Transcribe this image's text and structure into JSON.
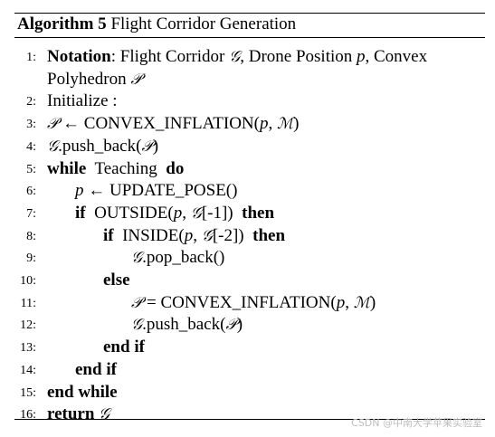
{
  "algorithm": {
    "label": "Algorithm 5",
    "title": "Flight Corridor Generation"
  },
  "lines": [
    {
      "num": "1:",
      "segments": [
        {
          "t": "Notation",
          "c": "kw"
        },
        {
          "t": ": Flight Corridor "
        },
        {
          "t": "𝒢",
          "c": "cal"
        },
        {
          "t": ", Drone Position "
        },
        {
          "t": "p",
          "c": "it"
        },
        {
          "t": ", Convex"
        }
      ]
    },
    {
      "num": "",
      "segments": [
        {
          "t": "Polyhedron "
        },
        {
          "t": "𝒫",
          "c": "cal"
        }
      ]
    },
    {
      "num": "2:",
      "segments": [
        {
          "t": "Initialize :"
        }
      ]
    },
    {
      "num": "3:",
      "segments": [
        {
          "t": "𝒫",
          "c": "cal"
        },
        {
          "t": " ← CONVEX_INFLATION("
        },
        {
          "t": "p",
          "c": "it"
        },
        {
          "t": ", "
        },
        {
          "t": "ℳ",
          "c": "cal"
        },
        {
          "t": ")"
        }
      ]
    },
    {
      "num": "4:",
      "segments": [
        {
          "t": "𝒢",
          "c": "cal"
        },
        {
          "t": ".push_back("
        },
        {
          "t": "𝒫",
          "c": "cal"
        },
        {
          "t": ")"
        }
      ]
    },
    {
      "num": "5:",
      "segments": [
        {
          "t": "while",
          "c": "kw"
        },
        {
          "t": "  Teaching  "
        },
        {
          "t": "do",
          "c": "kw"
        }
      ]
    },
    {
      "num": "6:",
      "indent": 1,
      "segments": [
        {
          "t": "p",
          "c": "it"
        },
        {
          "t": " ← UPDATE_POSE()"
        }
      ]
    },
    {
      "num": "7:",
      "indent": 1,
      "segments": [
        {
          "t": "if",
          "c": "kw"
        },
        {
          "t": "  OUTSIDE("
        },
        {
          "t": "p",
          "c": "it"
        },
        {
          "t": ", "
        },
        {
          "t": "𝒢",
          "c": "cal"
        },
        {
          "t": "[-1])  "
        },
        {
          "t": "then",
          "c": "kw"
        }
      ]
    },
    {
      "num": "8:",
      "indent": 2,
      "segments": [
        {
          "t": "if",
          "c": "kw"
        },
        {
          "t": "  INSIDE("
        },
        {
          "t": "p",
          "c": "it"
        },
        {
          "t": ", "
        },
        {
          "t": "𝒢",
          "c": "cal"
        },
        {
          "t": "[-2])  "
        },
        {
          "t": "then",
          "c": "kw"
        }
      ]
    },
    {
      "num": "9:",
      "indent": 3,
      "segments": [
        {
          "t": "𝒢",
          "c": "cal"
        },
        {
          "t": ".pop_back()"
        }
      ]
    },
    {
      "num": "10:",
      "indent": 2,
      "segments": [
        {
          "t": "else",
          "c": "kw"
        }
      ]
    },
    {
      "num": "11:",
      "indent": 3,
      "segments": [
        {
          "t": "𝒫",
          "c": "cal"
        },
        {
          "t": " = CONVEX_INFLATION("
        },
        {
          "t": "p",
          "c": "it"
        },
        {
          "t": ", "
        },
        {
          "t": "ℳ",
          "c": "cal"
        },
        {
          "t": ")"
        }
      ]
    },
    {
      "num": "12:",
      "indent": 3,
      "segments": [
        {
          "t": "𝒢",
          "c": "cal"
        },
        {
          "t": ".push_back("
        },
        {
          "t": "𝒫",
          "c": "cal"
        },
        {
          "t": ")"
        }
      ]
    },
    {
      "num": "13:",
      "indent": 2,
      "segments": [
        {
          "t": "end if",
          "c": "kw"
        }
      ]
    },
    {
      "num": "14:",
      "indent": 1,
      "segments": [
        {
          "t": "end if",
          "c": "kw"
        }
      ]
    },
    {
      "num": "15:",
      "segments": [
        {
          "t": "end while",
          "c": "kw"
        }
      ]
    },
    {
      "num": "16:",
      "segments": [
        {
          "t": "return",
          "c": "kw"
        },
        {
          "t": " "
        },
        {
          "t": "𝒢",
          "c": "cal"
        }
      ]
    }
  ],
  "watermark": "CSDN @中南大学苹果实验室"
}
